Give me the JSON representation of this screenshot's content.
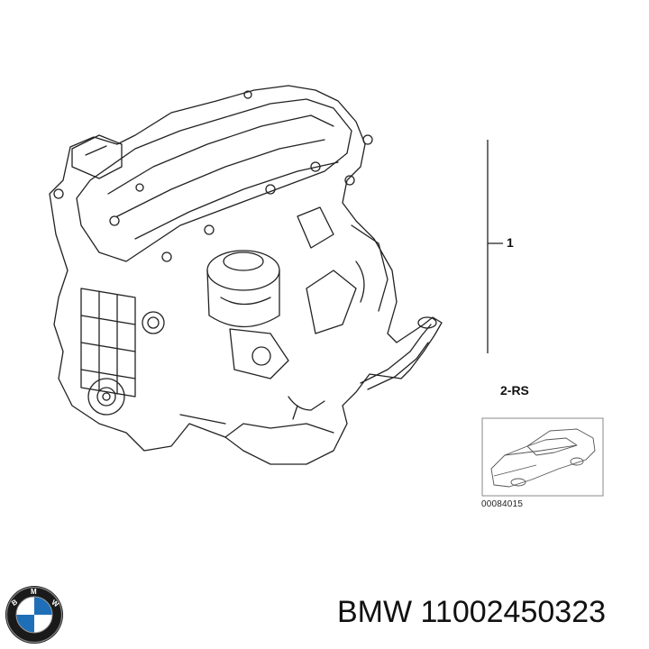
{
  "diagram": {
    "callout_number": "1",
    "ref_label": "2-RS",
    "thumbnail_code": "00084015"
  },
  "footer": {
    "brand": "BMW",
    "part_number": "11002450323",
    "caption": "BMW 11002450323"
  },
  "logo": {
    "icon": "bmw-roundel-icon",
    "lettering": "BMW"
  }
}
